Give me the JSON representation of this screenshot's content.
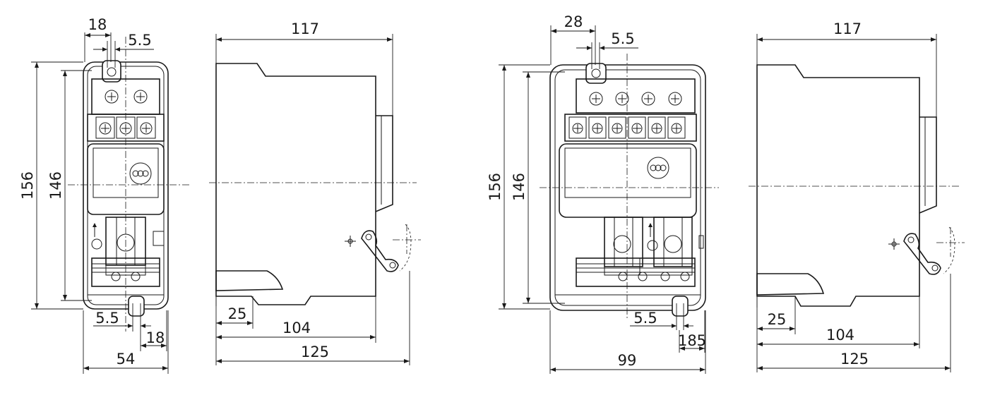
{
  "views": [
    {
      "id": "front-small",
      "dims": {
        "top_width": "18",
        "top_hole": "5.5",
        "outer_height": "156",
        "inner_height": "146",
        "bottom_hole": "5.5",
        "bottom_width": "18",
        "total_width": "54"
      }
    },
    {
      "id": "side-small",
      "dims": {
        "top": "117",
        "rail": "25",
        "depth": "104",
        "total": "125"
      }
    },
    {
      "id": "front-large",
      "dims": {
        "top_width": "28",
        "top_hole": "5.5",
        "outer_height": "156",
        "inner_height": "146",
        "bottom_hole": "5.5",
        "bottom_width": "185",
        "total_width": "99"
      }
    },
    {
      "id": "side-large",
      "dims": {
        "top": "117",
        "rail": "25",
        "depth": "104",
        "total": "125"
      }
    }
  ]
}
